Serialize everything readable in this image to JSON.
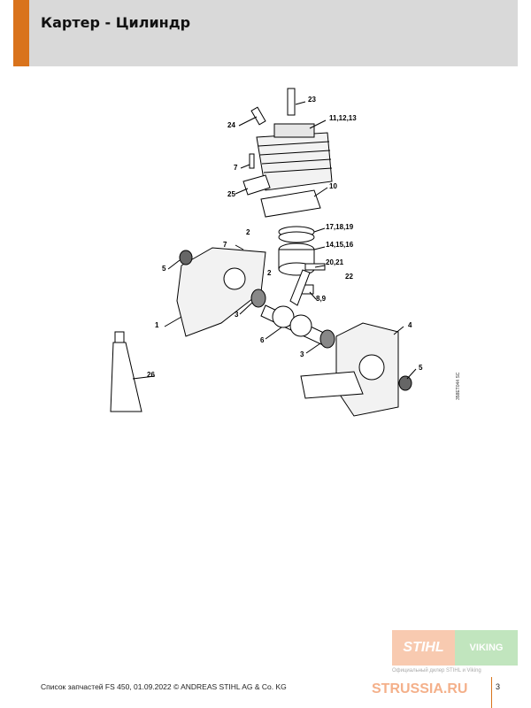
{
  "header": {
    "title": "Картер - Цилиндр"
  },
  "diagram": {
    "code": "358ET044 SC",
    "callouts": [
      "23",
      "24",
      "11,12,13",
      "7",
      "25",
      "10",
      "17,18,19",
      "2",
      "7",
      "14,15,16",
      "5",
      "20,21",
      "2",
      "22",
      "8,9",
      "3",
      "1",
      "6",
      "4",
      "3",
      "5",
      "26"
    ]
  },
  "footer": {
    "text": "Список запчастей FS 450, 01.09.2022 © ANDREAS STIHL AG & Co. KG",
    "page": "3"
  },
  "watermark": {
    "brand1": "STIHL",
    "brand2": "VIKING",
    "subtitle": "Официальный дилер STIHL и Viking",
    "site": "STRUSSIA.RU"
  },
  "colors": {
    "accent": "#d9731c",
    "header_bg": "#d9d9d9"
  }
}
